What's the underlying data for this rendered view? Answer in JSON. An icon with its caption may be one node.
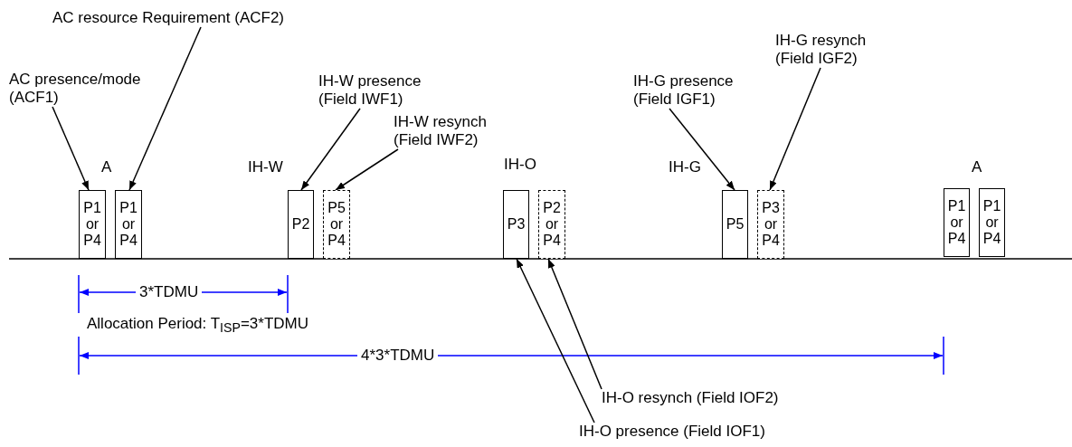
{
  "diagram": {
    "nodes": [
      {
        "text": [
          "AC presence/mode (ACF1)"
        ]
      },
      {
        "text": [
          "AC resource Requirement (ACF2)"
        ]
      },
      {
        "text": [
          "P1 or P4"
        ]
      },
      {
        "text": [
          "P1 or P4"
        ]
      },
      {
        "text": [
          "IH-W presence (Field IWF1)"
        ]
      },
      {
        "text": [
          "IH-W resynch (Field IWF2)"
        ]
      },
      {
        "text": [
          "P2"
        ]
      },
      {
        "text": [
          "P5 or P4"
        ]
      },
      {
        "text": [
          "P3"
        ]
      },
      {
        "text": [
          "P2 or P4"
        ]
      },
      {
        "text": [
          "IH-G presence (Field IGF1)"
        ]
      },
      {
        "text": [
          "IH-G resynch (Field IGF2)"
        ]
      },
      {
        "text": [
          "P5"
        ]
      },
      {
        "text": [
          "P3 or P4"
        ]
      },
      {
        "text": [
          "P1 or P4"
        ]
      },
      {
        "text": [
          "P1 or P4"
        ]
      },
      {
        "text": [
          "IH-O resynch (Field IOF2)"
        ]
      },
      {
        "text": [
          "IH-O presence (Field IOF1)"
        ]
      }
    ],
    "edges": [
      {
        "from": 0,
        "to": 2,
        "arrow": "to"
      },
      {
        "from": 1,
        "to": 3,
        "arrow": "to"
      },
      {
        "from": 4,
        "to": 6,
        "arrow": "to"
      },
      {
        "from": 5,
        "to": 7,
        "arrow": "to"
      },
      {
        "from": 10,
        "to": 12,
        "arrow": "to"
      },
      {
        "from": 11,
        "to": 13,
        "arrow": "to"
      },
      {
        "from": 16,
        "to": 9,
        "arrow": "to"
      },
      {
        "from": 17,
        "to": 8,
        "arrow": "to"
      }
    ],
    "labels": [
      "A",
      "IH-W",
      "IH-O",
      "IH-G",
      "A",
      "3*TDMU",
      "Allocation Period: T$_{ISP}$=3*TDMU",
      "4*3*TDMU"
    ]
  }
}
